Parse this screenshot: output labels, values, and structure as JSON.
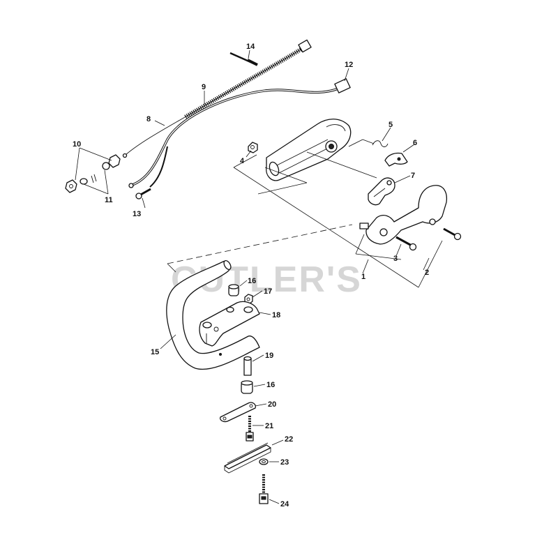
{
  "watermark": "CUTLER'S",
  "callouts": [
    "1",
    "2",
    "3",
    "4",
    "5",
    "6",
    "7",
    "8",
    "9",
    "10",
    "11",
    "12",
    "13",
    "14",
    "15",
    "16",
    "16",
    "17",
    "18",
    "19",
    "20",
    "21",
    "22",
    "23",
    "24"
  ]
}
